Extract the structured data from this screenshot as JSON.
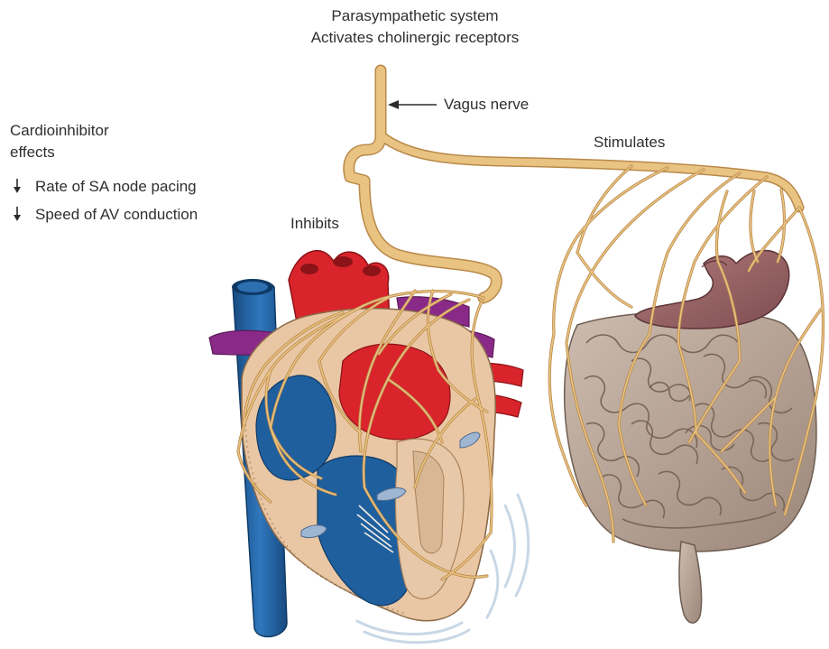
{
  "header": {
    "line1": "Parasympathetic system",
    "line2": "Activates cholinergic receptors"
  },
  "labels": {
    "vagus_nerve": "Vagus nerve",
    "stimulates": "Stimulates",
    "inhibits": "Inhibits"
  },
  "effects": {
    "title_line1": "Cardioinhibitor",
    "title_line2": "effects",
    "items": [
      {
        "text": "Rate of SA node pacing",
        "direction": "decrease"
      },
      {
        "text": "Speed of AV conduction",
        "direction": "decrease"
      }
    ]
  },
  "colors": {
    "nerve": "#e9c382",
    "nerve_outline": "#b9894a",
    "artery_red": "#d9242b",
    "vein_blue": "#1f5f9e",
    "pulmonary_purple": "#8a2a88",
    "myocardium": "#e9c7a4",
    "intestine": "#b9a496",
    "stomach": "#9a6466"
  }
}
